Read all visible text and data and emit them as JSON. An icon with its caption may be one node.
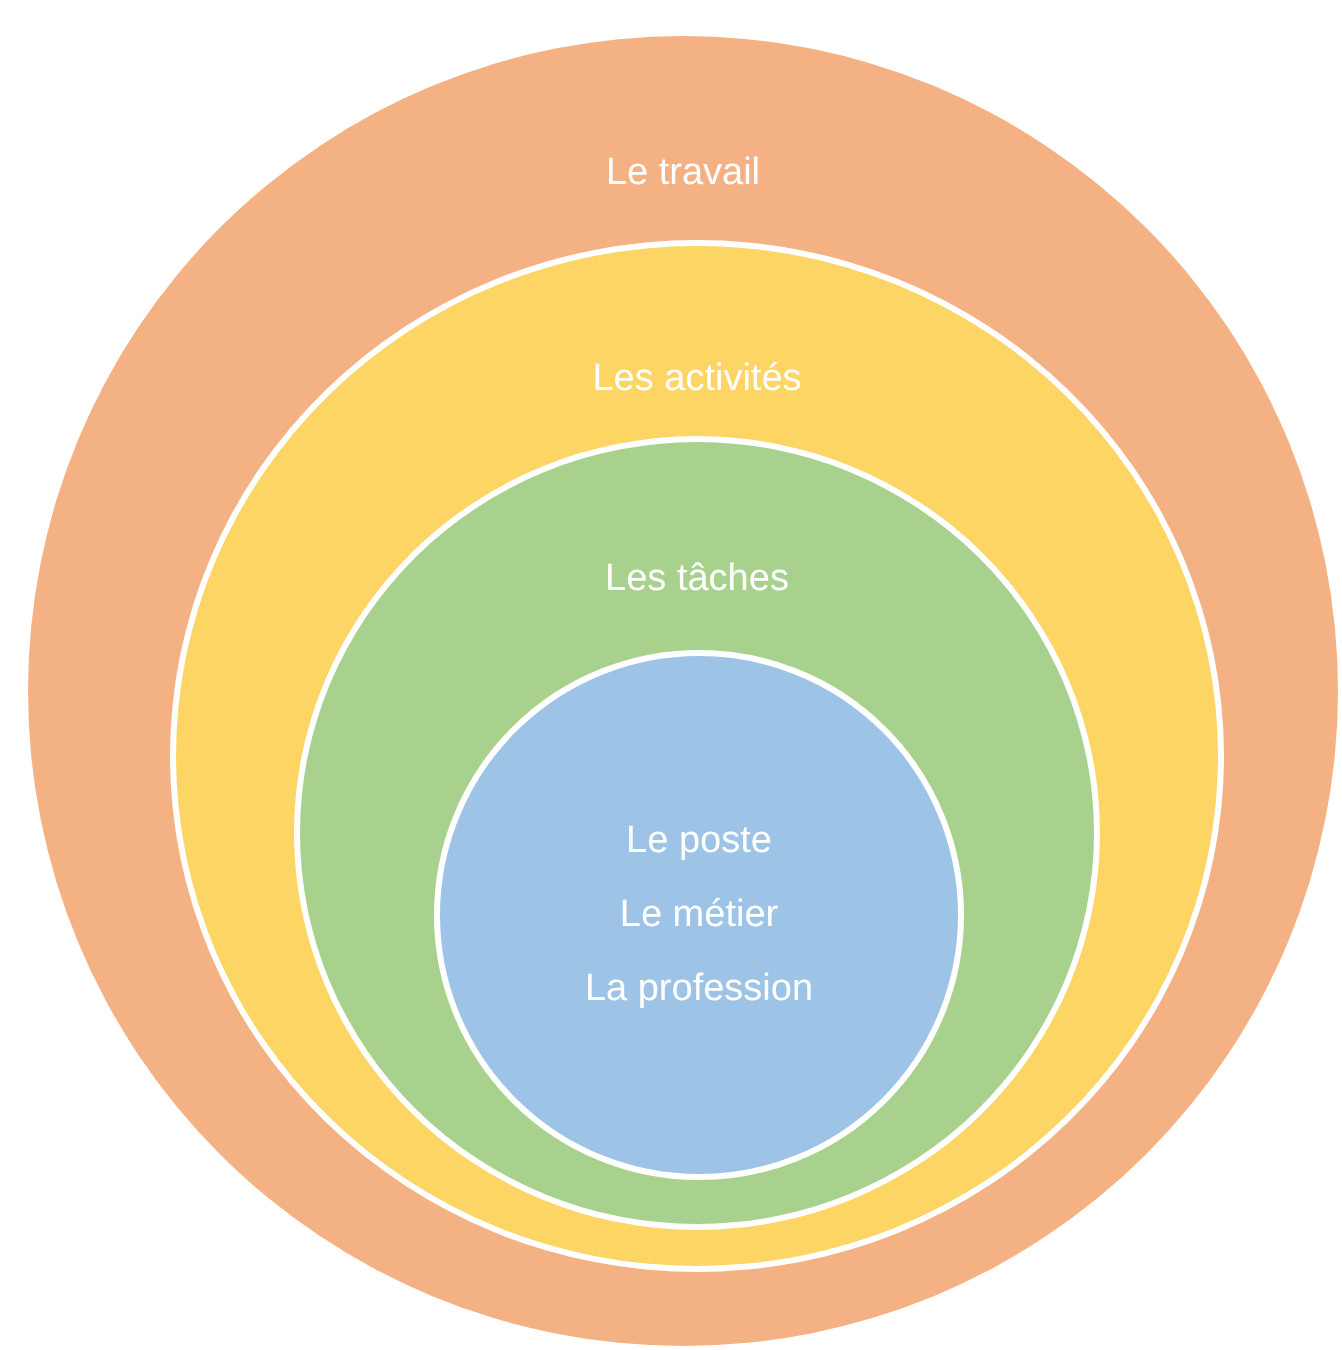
{
  "diagram": {
    "nodes": [
      {
        "text": [
          "Le travail"
        ]
      },
      {
        "text": [
          "Les activités"
        ],
        "in": 0
      },
      {
        "text": [
          "Les tâches"
        ],
        "in": 1
      },
      {
        "text": [
          "Le poste",
          "Le métier",
          "La profession"
        ],
        "in": 2
      }
    ]
  }
}
